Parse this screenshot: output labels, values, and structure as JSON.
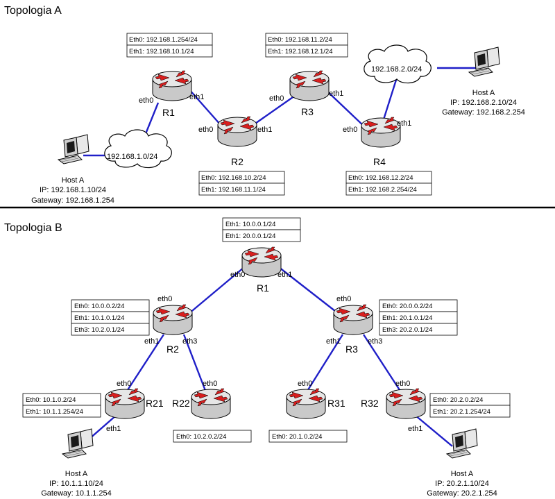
{
  "topologia_a": {
    "title": "Topologia A",
    "routers": [
      {
        "id": "R1",
        "label": "R1",
        "ports": [
          "eth0",
          "eth1"
        ],
        "cfg": [
          "Eth0: 192.168.1.254/24",
          "Eth1: 192.168.10.1/24"
        ]
      },
      {
        "id": "R2",
        "label": "R2",
        "ports": [
          "eth0",
          "eth1"
        ],
        "cfg": [
          "Eth0: 192.168.10.2/24",
          "Eth1: 192.168.11.1/24"
        ]
      },
      {
        "id": "R3",
        "label": "R3",
        "ports": [
          "eth0",
          "eth1"
        ],
        "cfg": [
          "Eth0: 192.168.11.2/24",
          "Eth1: 192.168.12.1/24"
        ]
      },
      {
        "id": "R4",
        "label": "R4",
        "ports": [
          "eth0",
          "eth1"
        ],
        "cfg": [
          "Eth0: 192.168.12.2/24",
          "Eth1: 192.168.2.254/24"
        ]
      }
    ],
    "networks": [
      "192.168.1.0/24",
      "192.168.2.0/24"
    ],
    "hosts": [
      {
        "name": "Host A",
        "ip": "IP: 192.168.1.10/24",
        "gw": "Gateway: 192.168.1.254"
      },
      {
        "name": "Host A",
        "ip": "IP: 192.168.2.10/24",
        "gw": "Gateway: 192.168.2.254"
      }
    ]
  },
  "topologia_b": {
    "title": "Topologia B",
    "routers": [
      {
        "id": "R1",
        "label": "R1",
        "ports": [
          "eth0",
          "eth1"
        ],
        "cfg": [
          "Eth1: 10.0.0.1/24",
          "Eth1: 20.0.0.1/24"
        ]
      },
      {
        "id": "R2",
        "label": "R2",
        "ports": [
          "eth0",
          "eth1",
          "eth3"
        ],
        "cfg": [
          "Eth0: 10.0.0.2/24",
          "Eth1: 10.1.0.1/24",
          "Eth3: 10.2.0.1/24"
        ]
      },
      {
        "id": "R3",
        "label": "R3",
        "ports": [
          "eth0",
          "eth1",
          "eth3"
        ],
        "cfg": [
          "Eth0: 20.0.0.2/24",
          "Eth1: 20.1.0.1/24",
          "Eth3: 20.2.0.1/24"
        ]
      },
      {
        "id": "R21",
        "label": "R21",
        "ports": [
          "eth0",
          "eth1"
        ],
        "cfg": [
          "Eth0: 10.1.0.2/24",
          "Eth1: 10.1.1.254/24"
        ]
      },
      {
        "id": "R22",
        "label": "R22",
        "ports": [
          "eth0"
        ],
        "cfg": [
          "Eth0: 10.2.0.2/24"
        ]
      },
      {
        "id": "R31",
        "label": "R31",
        "ports": [
          "eth0"
        ],
        "cfg": [
          "Eth0: 20.1.0.2/24"
        ]
      },
      {
        "id": "R32",
        "label": "R32",
        "ports": [
          "eth0",
          "eth1"
        ],
        "cfg": [
          "Eth0: 20.2.0.2/24",
          "Eth1: 20.2.1.254/24"
        ]
      }
    ],
    "hosts": [
      {
        "name": "Host A",
        "ip": "IP: 10.1.1.10/24",
        "gw": "Gateway: 10.1.1.254"
      },
      {
        "name": "Host A",
        "ip": "IP: 20.2.1.10/24",
        "gw": "Gateway: 20.2.1.254"
      }
    ]
  },
  "colors": {
    "link": "#1f1fc8",
    "router_body": "#dcdcdc",
    "router_arrows": "#d81e1e"
  },
  "icons": {
    "router": "router-icon",
    "host": "computer-icon",
    "cloud": "network-cloud-icon"
  }
}
